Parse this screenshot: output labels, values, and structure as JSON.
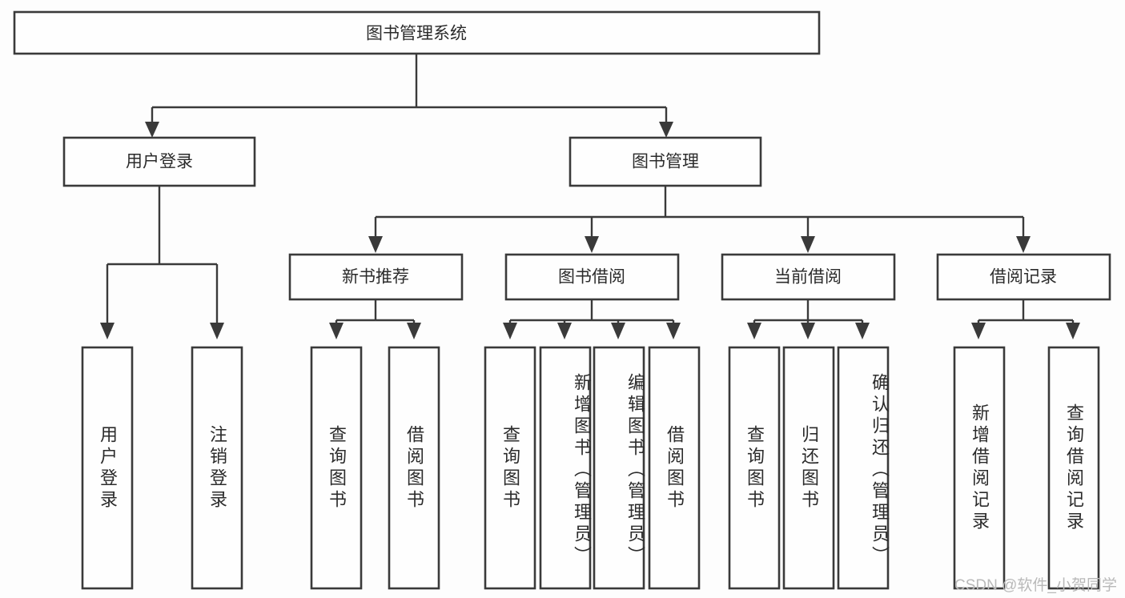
{
  "diagram": {
    "title": "图书管理系统",
    "type": "tree",
    "root": {
      "id": "root",
      "label": "图书管理系统",
      "level": 0
    },
    "level2": [
      {
        "id": "user-login",
        "label": "用户登录"
      },
      {
        "id": "book-manage",
        "label": "图书管理"
      }
    ],
    "level3": [
      {
        "id": "new-book-recommend",
        "label": "新书推荐",
        "parent": "book-manage"
      },
      {
        "id": "book-borrow",
        "label": "图书借阅",
        "parent": "book-manage"
      },
      {
        "id": "current-borrow",
        "label": "当前借阅",
        "parent": "book-manage"
      },
      {
        "id": "borrow-record",
        "label": "借阅记录",
        "parent": "book-manage"
      }
    ],
    "leaves": [
      {
        "id": "leaf-user-login",
        "label": "用户登录",
        "parent": "user-login"
      },
      {
        "id": "leaf-logout",
        "label": "注销登录",
        "parent": "user-login"
      },
      {
        "id": "leaf-query-book-1",
        "label": "查询图书",
        "parent": "new-book-recommend"
      },
      {
        "id": "leaf-borrow-book-1",
        "label": "借阅图书",
        "parent": "new-book-recommend"
      },
      {
        "id": "leaf-query-book-2",
        "label": "查询图书",
        "parent": "book-borrow"
      },
      {
        "id": "leaf-add-book",
        "label": "新增图书（管理员）",
        "parent": "book-borrow"
      },
      {
        "id": "leaf-edit-book",
        "label": "编辑图书（管理员）",
        "parent": "book-borrow"
      },
      {
        "id": "leaf-borrow-book-2",
        "label": "借阅图书",
        "parent": "book-borrow"
      },
      {
        "id": "leaf-query-book-3",
        "label": "查询图书",
        "parent": "current-borrow"
      },
      {
        "id": "leaf-return-book",
        "label": "归还图书",
        "parent": "current-borrow"
      },
      {
        "id": "leaf-confirm-return",
        "label": "确认归还（管理员）",
        "parent": "current-borrow"
      },
      {
        "id": "leaf-add-record",
        "label": "新增借阅记录",
        "parent": "borrow-record"
      },
      {
        "id": "leaf-query-record",
        "label": "查询借阅记录",
        "parent": "borrow-record"
      }
    ]
  },
  "watermark": {
    "text": "CSDN @软件_小贺同学"
  },
  "colors": {
    "stroke": "#3a3a3a",
    "node_fill": "#fefefe",
    "text": "#2b2b2b",
    "background": "#fdfdfd",
    "watermark": "#b9b9b9"
  }
}
